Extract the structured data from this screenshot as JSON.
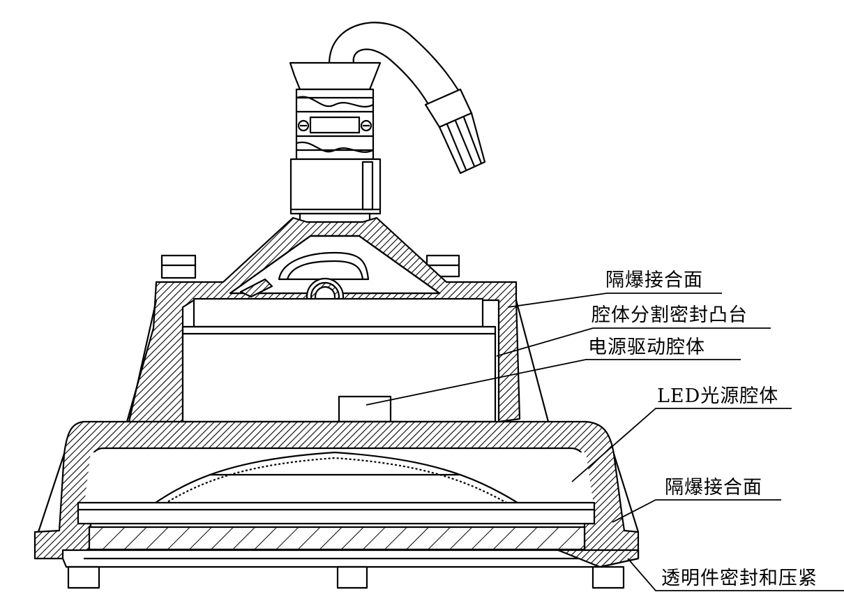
{
  "diagram": {
    "labels": {
      "flameproof_joint_top": "隔爆接合面",
      "chamber_divider_boss": "腔体分割密封凸台",
      "driver_chamber": "电源驱动腔体",
      "led_chamber": "LED光源腔体",
      "flameproof_joint_bottom": "隔爆接合面",
      "lens_seal": "透明件密封和压紧"
    },
    "colors": {
      "line": "#000000",
      "background": "#ffffff"
    }
  }
}
